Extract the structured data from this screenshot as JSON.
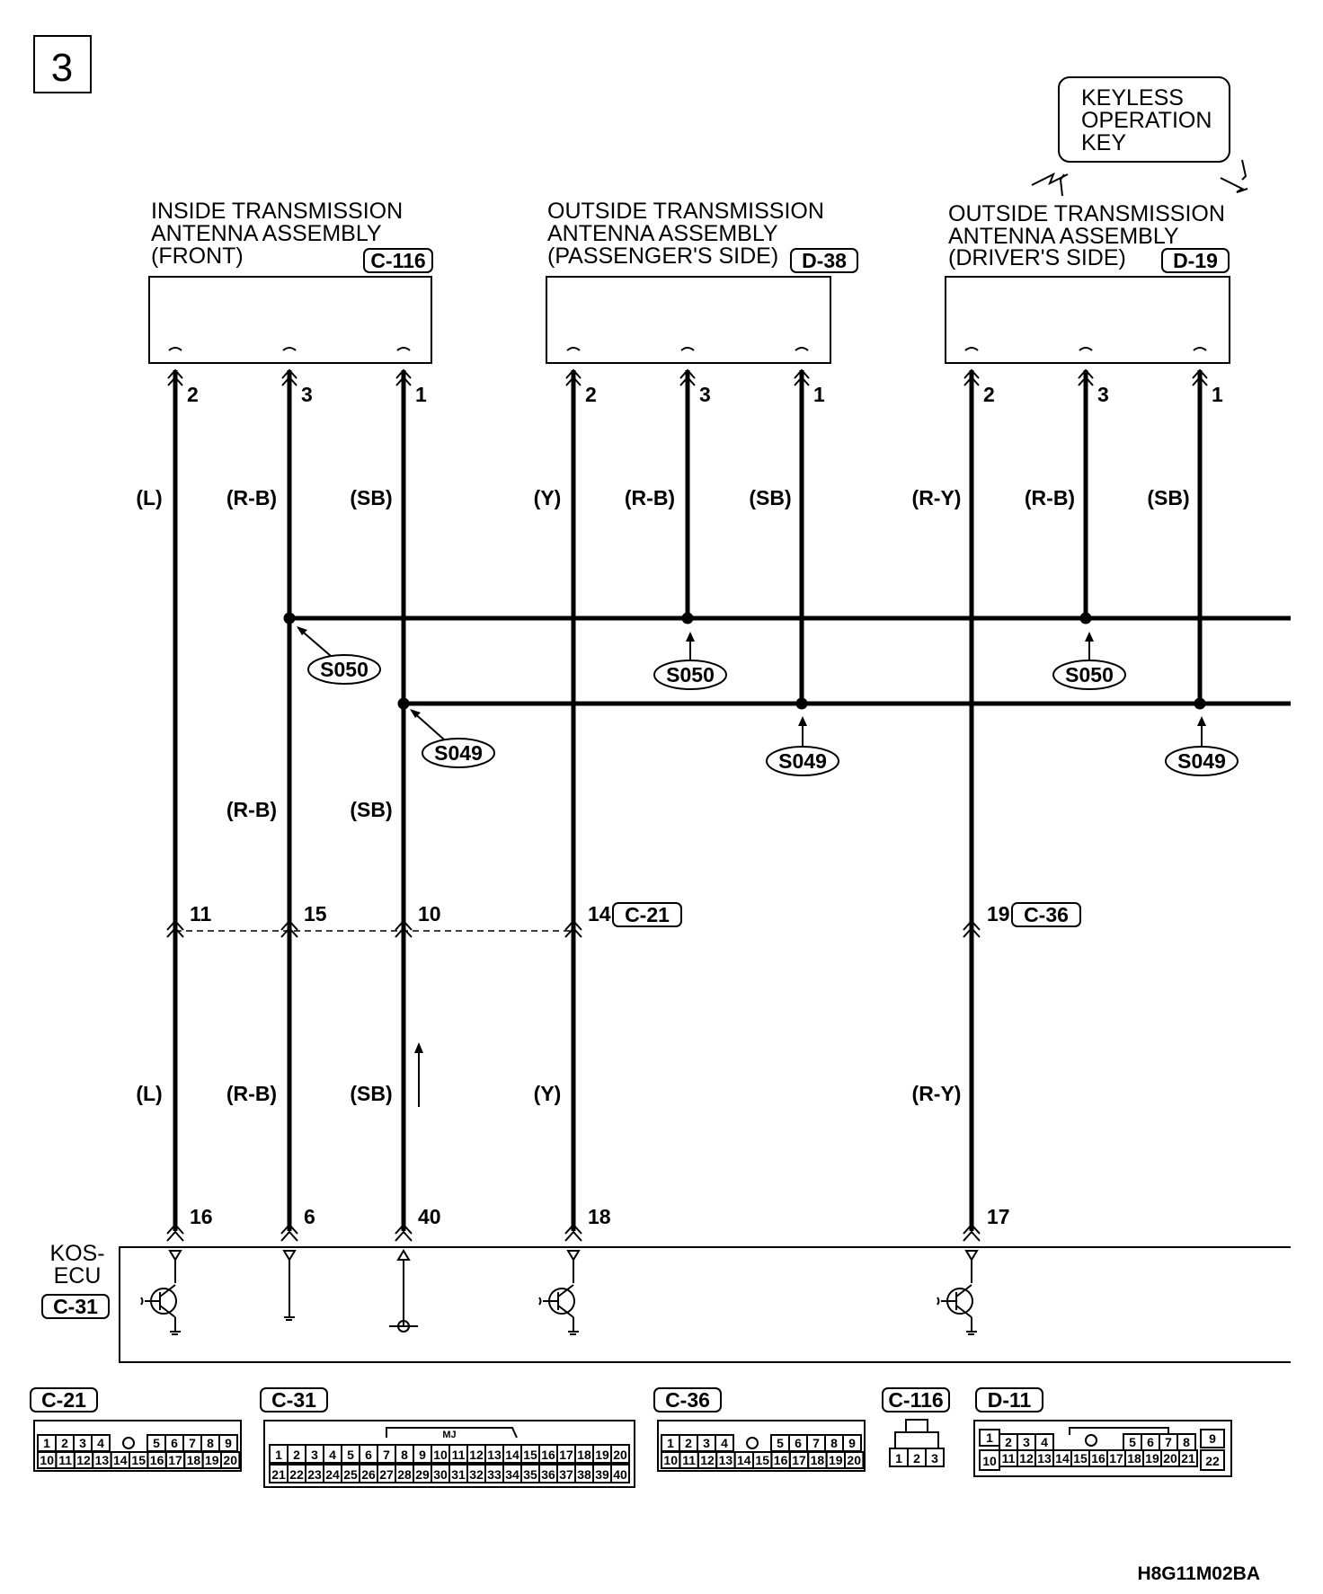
{
  "page_number": "3",
  "figure_code": "H8G11M02BA",
  "key": {
    "lines": [
      "KEYLESS",
      "OPERATION",
      "KEY"
    ]
  },
  "components": [
    {
      "title": [
        "INSIDE TRANSMISSION",
        "ANTENNA ASSEMBLY",
        "(FRONT)"
      ],
      "connector": "C-116",
      "pins": [
        "2",
        "3",
        "1"
      ]
    },
    {
      "title": [
        "OUTSIDE TRANSMISSION",
        "ANTENNA ASSEMBLY",
        "(PASSENGER'S SIDE)"
      ],
      "connector": "D-38",
      "pins": [
        "2",
        "3",
        "1"
      ]
    },
    {
      "title": [
        "OUTSIDE TRANSMISSION",
        "ANTENNA ASSEMBLY",
        "(DRIVER'S SIDE)"
      ],
      "connector": "D-19",
      "pins": [
        "2",
        "3",
        "1"
      ]
    }
  ],
  "wire_colors_upper": [
    "(L)",
    "(R-B)",
    "(SB)",
    "(Y)",
    "(R-B)",
    "(SB)",
    "(R-Y)",
    "(R-B)",
    "(SB)"
  ],
  "wire_colors_middle": [
    "(R-B)",
    "(SB)"
  ],
  "wire_colors_lower": [
    "(L)",
    "(R-B)",
    "(SB)",
    "(Y)",
    "(R-Y)"
  ],
  "splices": {
    "s050": "S050",
    "s049": "S049"
  },
  "junction_pins": [
    "11",
    "15",
    "10",
    "14",
    "19"
  ],
  "junction_connectors": [
    "C-21",
    "C-36"
  ],
  "ecu": {
    "name_line1": "KOS-",
    "name_line2": "ECU",
    "connector": "C-31",
    "pins": [
      "16",
      "6",
      "40",
      "18",
      "17"
    ]
  },
  "connector_views": [
    {
      "label": "C-21",
      "row1": [
        "1",
        "2",
        "3",
        "4",
        "5",
        "6",
        "7",
        "8",
        "9"
      ],
      "row2": [
        "10",
        "11",
        "12",
        "13",
        "14",
        "15",
        "16",
        "17",
        "18",
        "19",
        "20"
      ]
    },
    {
      "label": "C-31",
      "mark": "MJ",
      "row1": [
        "1",
        "2",
        "3",
        "4",
        "5",
        "6",
        "7",
        "8",
        "9",
        "10",
        "11",
        "12",
        "13",
        "14",
        "15",
        "16",
        "17",
        "18",
        "19",
        "20"
      ],
      "row2": [
        "21",
        "22",
        "23",
        "24",
        "25",
        "26",
        "27",
        "28",
        "29",
        "30",
        "31",
        "32",
        "33",
        "34",
        "35",
        "36",
        "37",
        "38",
        "39",
        "40"
      ]
    },
    {
      "label": "C-36",
      "row1": [
        "1",
        "2",
        "3",
        "4",
        "5",
        "6",
        "7",
        "8",
        "9"
      ],
      "row2": [
        "10",
        "11",
        "12",
        "13",
        "14",
        "15",
        "16",
        "17",
        "18",
        "19",
        "20"
      ]
    },
    {
      "label": "C-116",
      "row1": [
        "1",
        "2",
        "3"
      ]
    },
    {
      "label": "D-11",
      "row1": [
        "1",
        "2",
        "3",
        "4",
        "5",
        "6",
        "7",
        "8",
        "9"
      ],
      "row2": [
        "10",
        "11",
        "12",
        "13",
        "14",
        "15",
        "16",
        "17",
        "18",
        "19",
        "20",
        "21",
        "22"
      ]
    }
  ]
}
